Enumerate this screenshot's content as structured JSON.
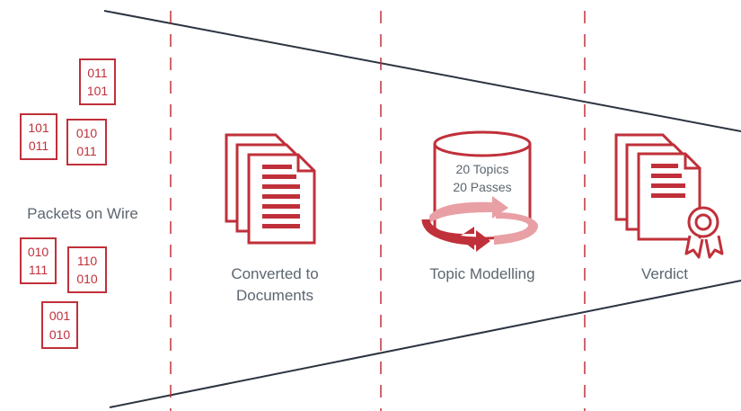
{
  "stages": [
    {
      "label_lines": [
        "Packets on Wire"
      ]
    },
    {
      "label_lines": [
        "Converted to",
        "Documents"
      ]
    },
    {
      "label_lines": [
        "Topic Modelling"
      ]
    },
    {
      "label_lines": [
        "Verdict"
      ]
    }
  ],
  "packets": [
    {
      "line1": "011",
      "line2": "101"
    },
    {
      "line1": "101",
      "line2": "011"
    },
    {
      "line1": "010",
      "line2": "011"
    },
    {
      "line1": "010",
      "line2": "111"
    },
    {
      "line1": "110",
      "line2": "010"
    },
    {
      "line1": "001",
      "line2": "010"
    }
  ],
  "topic_model": {
    "topics_label": "20 Topics",
    "passes_label": "20 Passes"
  },
  "icons": {
    "documents": "document-stack-icon",
    "topic_model": "database-cylinder-icon",
    "refresh": "cycle-arrows-icon",
    "verdict": "certificate-document-icon"
  },
  "colors": {
    "accent": "#c0303a",
    "accent_light": "#e8a0a5",
    "text": "#5c6670",
    "line": "#2b3440"
  }
}
